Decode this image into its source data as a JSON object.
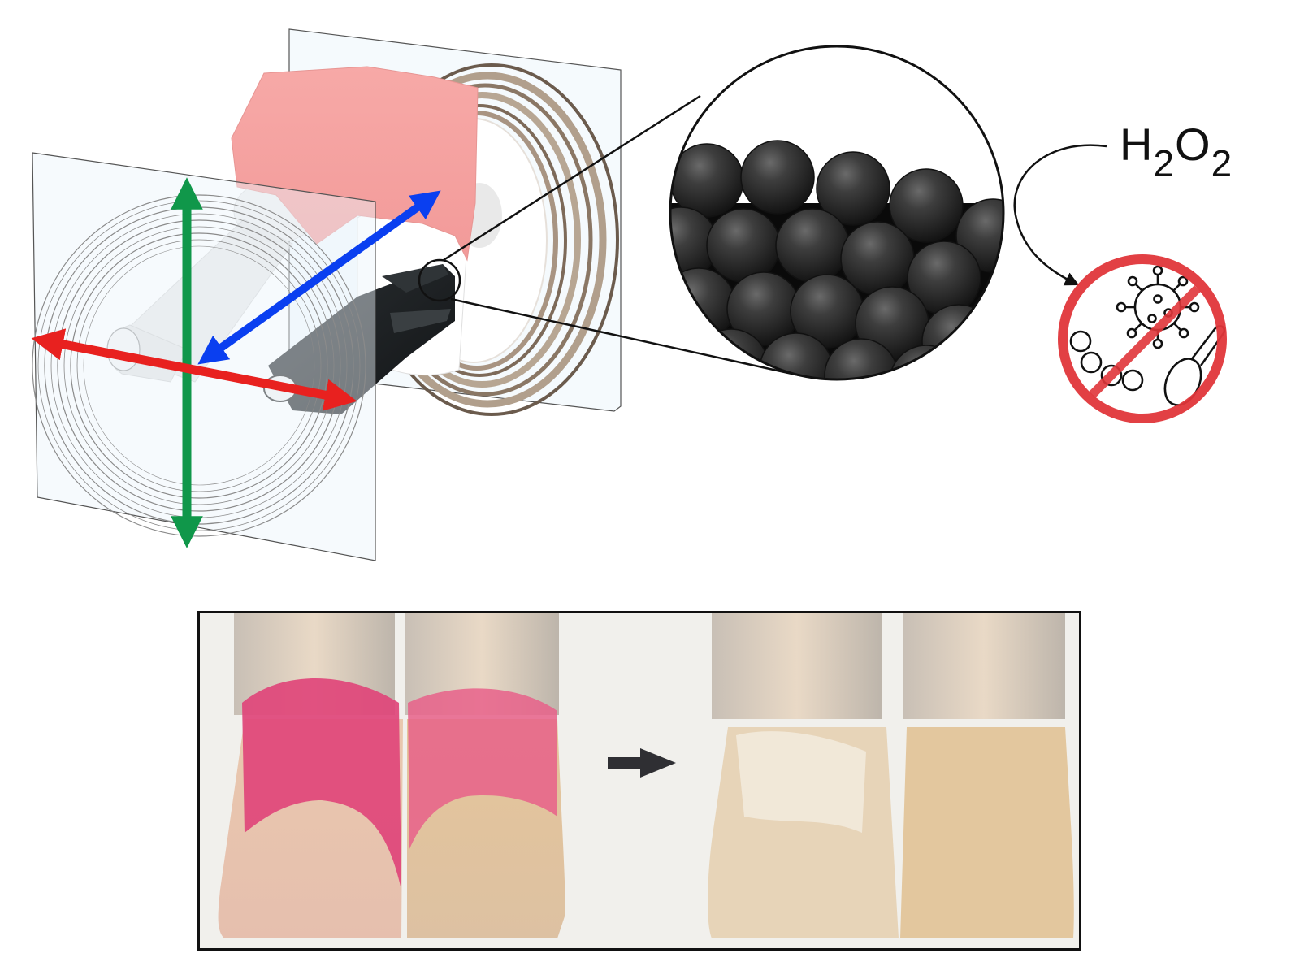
{
  "figure": {
    "type": "graphical-abstract",
    "top_panel": {
      "setup": {
        "description": "Helmholtz/Maxwell coil pairs with translucent mounting plates around a tooth model and a microrobotic brush",
        "components": [
          "front-coil-plate",
          "rear-coil-plate",
          "gingiva-model",
          "tooth-roots",
          "nanoparticle-bristle-brush"
        ],
        "axes": [
          {
            "name": "x-axis",
            "color": "#e8211f",
            "direction": "left-right"
          },
          {
            "name": "y-axis",
            "color": "#10974a",
            "direction": "up-down"
          },
          {
            "name": "z-axis",
            "color": "#0a3ff0",
            "direction": "depth"
          }
        ]
      },
      "magnified_view": {
        "description": "Close-packed dark spherical nanoparticles",
        "particle_color": "#3a3a3a"
      },
      "reaction": {
        "reagent": {
          "H": "H",
          "sub1": "2",
          "O": "O",
          "sub2": "2"
        },
        "result_icon": "antibacterial-prohibited-icon",
        "prohibition_color": "#e0363a"
      }
    },
    "bottom_panel": {
      "before_label": "stained teeth (pink biofilm)",
      "after_label": "cleaned teeth",
      "arrow_icon": "right-arrow-icon",
      "stain_color": "#e0457a"
    }
  }
}
